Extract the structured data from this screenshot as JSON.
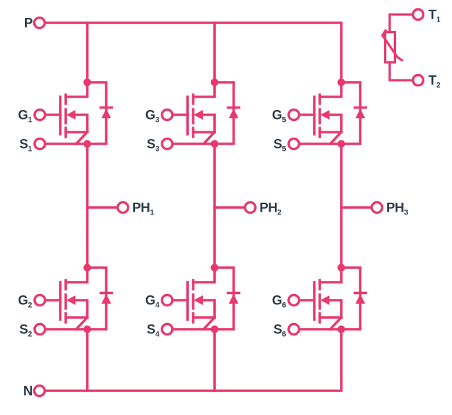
{
  "colors": {
    "circuit": "#E8386E",
    "label": "#2E3A46",
    "background": "#FFFFFF",
    "terminal_fill": "#FFFFFF"
  },
  "diagram": {
    "kind": "three-phase-inverter-power-stage-schematic",
    "transistor_symbol": "n-channel-mosfet-with-body-diode",
    "temperature_sensor_symbol": "thermistor"
  },
  "rails": {
    "positive": "P",
    "negative": "N"
  },
  "mosfets": [
    {
      "gate": {
        "main": "G",
        "sub": "1"
      },
      "source": {
        "main": "S",
        "sub": "1"
      }
    },
    {
      "gate": {
        "main": "G",
        "sub": "2"
      },
      "source": {
        "main": "S",
        "sub": "2"
      }
    },
    {
      "gate": {
        "main": "G",
        "sub": "3"
      },
      "source": {
        "main": "S",
        "sub": "3"
      }
    },
    {
      "gate": {
        "main": "G",
        "sub": "4"
      },
      "source": {
        "main": "S",
        "sub": "4"
      }
    },
    {
      "gate": {
        "main": "G",
        "sub": "5"
      },
      "source": {
        "main": "S",
        "sub": "5"
      }
    },
    {
      "gate": {
        "main": "G",
        "sub": "6"
      },
      "source": {
        "main": "S",
        "sub": "6"
      }
    }
  ],
  "phases": [
    {
      "main": "PH",
      "sub": "1"
    },
    {
      "main": "PH",
      "sub": "2"
    },
    {
      "main": "PH",
      "sub": "3"
    }
  ],
  "thermistor": {
    "t1": {
      "main": "T",
      "sub": "1"
    },
    "t2": {
      "main": "T",
      "sub": "2"
    }
  }
}
